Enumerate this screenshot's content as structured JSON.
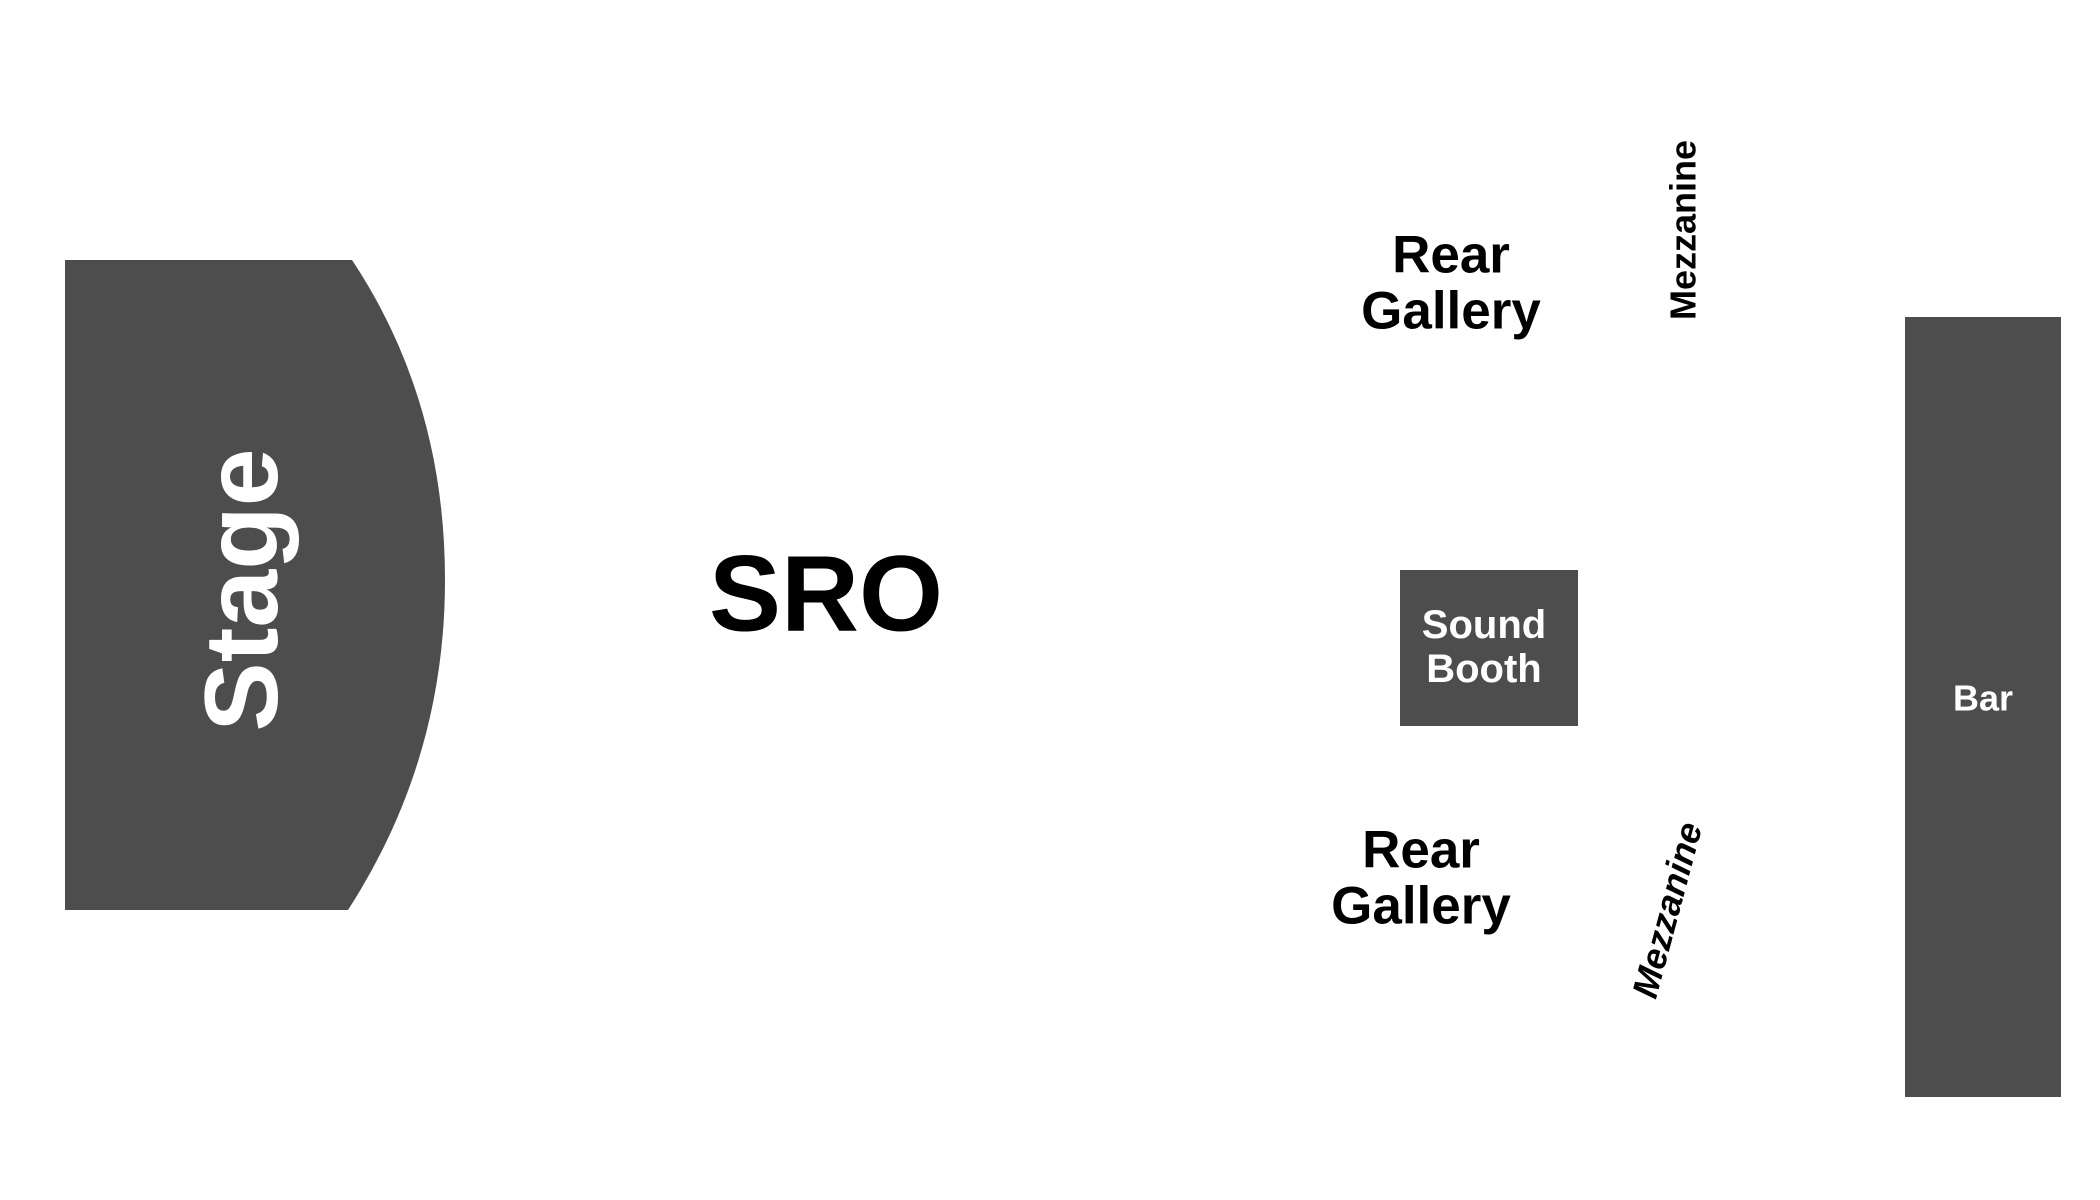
{
  "map": {
    "stage": {
      "label": "Stage",
      "fill": "#4d4d4d",
      "text_color": "#ffffff"
    },
    "sro": {
      "label": "SRO",
      "text_color": "#000000"
    },
    "rear_gallery_top": {
      "line1": "Rear",
      "line2": "Gallery"
    },
    "rear_gallery_bottom": {
      "line1": "Rear",
      "line2": "Gallery"
    },
    "mezzanine_top": {
      "label": "Mezzanine"
    },
    "mezzanine_bottom": {
      "label": "Mezzanine"
    },
    "sound_booth": {
      "line1": "Sound",
      "line2": "Booth",
      "fill": "#4d4d4d",
      "text_color": "#ffffff"
    },
    "bar": {
      "label": "Bar",
      "fill": "#4d4d4d",
      "text_color": "#ffffff"
    },
    "background": "#ffffff"
  }
}
